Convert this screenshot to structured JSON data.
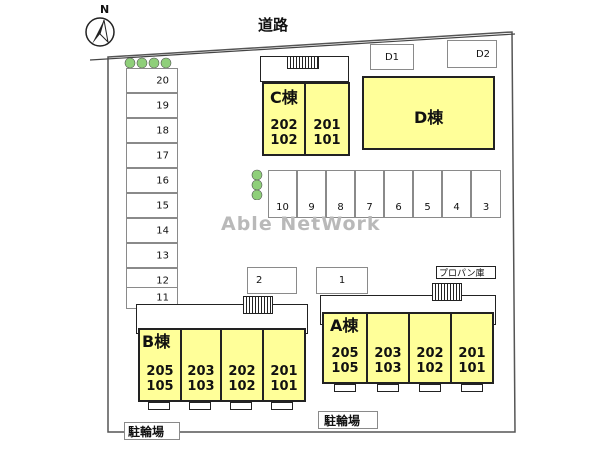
{
  "map": {
    "compass_letter": "N",
    "road_label": "道路",
    "watermark": "Able NetWork",
    "bicycle_parking_label": "駐輪場",
    "propane_label": "プロパン庫",
    "left_parking_slots": [
      "20",
      "19",
      "18",
      "17",
      "16",
      "15",
      "14",
      "13",
      "12",
      "11"
    ],
    "center_parking_slots": [
      "10",
      "9",
      "8",
      "7",
      "6",
      "5",
      "4",
      "3"
    ],
    "top_right_slots": [
      "D1",
      "D2"
    ],
    "middle_slots": [
      "2",
      "1"
    ],
    "buildings": {
      "c": {
        "label": "C棟",
        "units": [
          {
            "top": "202",
            "bottom": "102"
          },
          {
            "top": "201",
            "bottom": "101"
          }
        ]
      },
      "d": {
        "label": "D棟"
      },
      "b": {
        "label": "B棟",
        "units": [
          {
            "top": "205",
            "bottom": "105"
          },
          {
            "top": "203",
            "bottom": "103"
          },
          {
            "top": "202",
            "bottom": "102"
          },
          {
            "top": "201",
            "bottom": "101"
          }
        ]
      },
      "a": {
        "label": "A棟",
        "units": [
          {
            "top": "205",
            "bottom": "105"
          },
          {
            "top": "203",
            "bottom": "103"
          },
          {
            "top": "202",
            "bottom": "102"
          },
          {
            "top": "201",
            "bottom": "101"
          }
        ]
      }
    },
    "colors": {
      "building_fill": "#ffff99",
      "outline": "#222222",
      "tree": "#8fcf7a",
      "watermark": "#b9b9b9"
    }
  }
}
